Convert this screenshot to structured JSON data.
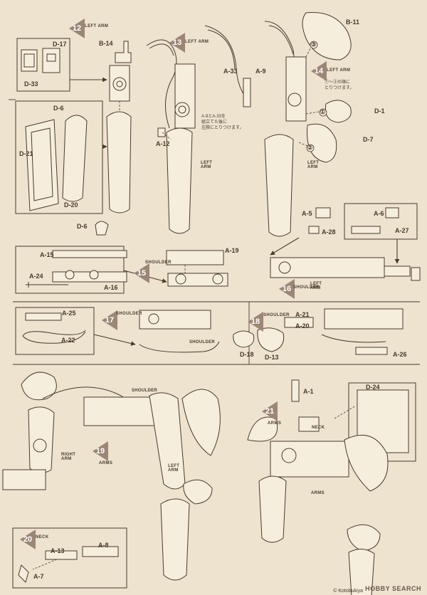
{
  "colors": {
    "paper": "#ede3cf",
    "ink": "#4a3a2c",
    "badge": "#9c8676",
    "part": "#f6eedd"
  },
  "steps": [
    {
      "num": "12",
      "title": "LEFT ARM"
    },
    {
      "num": "13",
      "title": "LEFT ARM"
    },
    {
      "num": "14",
      "title": "LEFT ARM",
      "note_line1": "①～③の順に",
      "note_line2": "とりつけます。"
    },
    {
      "num": "15",
      "title": "SHOULDER"
    },
    {
      "num": "16",
      "title": "SHOULDER"
    },
    {
      "num": "17",
      "title": "SHOULDER"
    },
    {
      "num": "18",
      "title": "SHOULDER"
    },
    {
      "num": "19",
      "title": "ARMS"
    },
    {
      "num": "20",
      "title": "NECK"
    },
    {
      "num": "21",
      "title": "ARMS"
    }
  ],
  "step13_note": {
    "line1": "A-9とA-33を",
    "line2": "組立てた後に",
    "line3": "左腕にとりつけます。"
  },
  "part_labels": {
    "b14": "B-14",
    "d17": "D-17",
    "d33": "D-33",
    "d6b": "D-6",
    "d21": "D-21",
    "d20": "D-20",
    "d6": "D-6",
    "a33": "A-33",
    "a9": "A-9",
    "a12": "A-12",
    "b11": "B-11",
    "d1": "D-1",
    "d7": "D-7",
    "a15": "A-15",
    "a24": "A-24",
    "a16": "A-16",
    "a19": "A-19",
    "a5": "A-5",
    "a28": "A-28",
    "a6": "A-6",
    "a27": "A-27",
    "a25": "A-25",
    "a22": "A-22",
    "a21": "A-21",
    "a20": "A-20",
    "d18": "D-18",
    "d13": "D-13",
    "a26": "A-26",
    "a1": "A-1",
    "d24": "D-24",
    "a13": "A-13",
    "a8": "A-8",
    "a7": "A-7"
  },
  "tags": {
    "left_arm": "LEFT\nARM",
    "left_arm_a": "LEFT",
    "arm_a": "ARM",
    "shoulder": "SHOULDER",
    "right_arm_a": "RIGHT",
    "neck": "NECK",
    "arms": "ARMS"
  },
  "circled": {
    "c1": "①",
    "c2": "②",
    "c3": "③"
  },
  "footer": {
    "copyright": "© Kotobukiya",
    "watermark": "HOBBY SEARCH"
  }
}
